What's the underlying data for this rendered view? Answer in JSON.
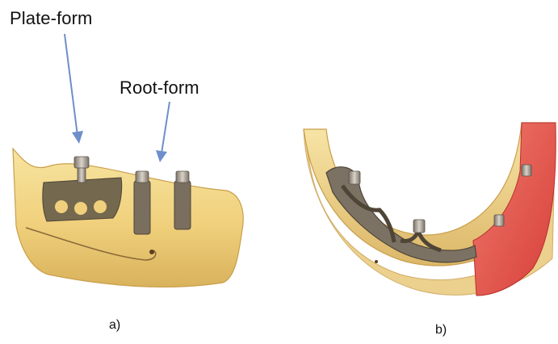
{
  "labels": {
    "plate_form": "Plate-form",
    "root_form": "Root-form"
  },
  "captions": {
    "a": "a)",
    "b": "b)"
  },
  "colors": {
    "bone": "#f2d98a",
    "bone_shadow": "#d8b25e",
    "implant_dark": "#6f655a",
    "implant_light": "#c9c2b8",
    "gum": "#e2504a",
    "arrow": "#6f8fca"
  }
}
